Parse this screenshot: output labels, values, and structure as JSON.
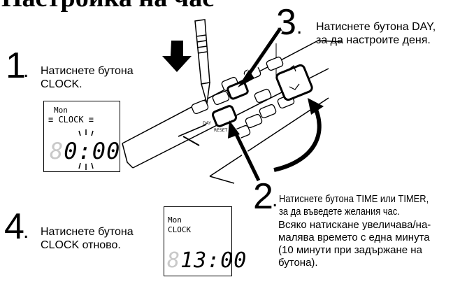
{
  "title": "Настройка на час",
  "steps": {
    "s1": {
      "num": "1",
      "lines": [
        "Натиснете бутона",
        "CLOCK."
      ]
    },
    "s2": {
      "num": "2",
      "lines_a": [
        "Натиснете бутона TIME или TIMER,",
        "за да въведете желания час."
      ],
      "lines_b": [
        "Всяко натискане увеличава/на-",
        "малява времето с една минута",
        "(10 минути при задържане на",
        "бутона)."
      ]
    },
    "s3": {
      "num": "3",
      "lines": [
        "Натиснете бутона DAY,",
        "за да настроите деня."
      ]
    },
    "s4": {
      "num": "4",
      "lines": [
        "Натиснете бутона",
        "CLOCK отново."
      ]
    }
  },
  "lcd1": {
    "day": "Mon",
    "mode": "CLOCK",
    "ghost": "8",
    "time": "0:00"
  },
  "lcd2": {
    "day": "Mon",
    "mode": "CLOCK",
    "ghost": "8",
    "time": "13:00"
  },
  "colors": {
    "ink": "#000000",
    "ghost": "#c9c9c9",
    "paper": "#ffffff"
  },
  "icons": [
    "down-arrow-icon",
    "pen-stylus-icon",
    "remote-control-icon",
    "curved-arrow-icon",
    "pointer-arrow-icon"
  ]
}
